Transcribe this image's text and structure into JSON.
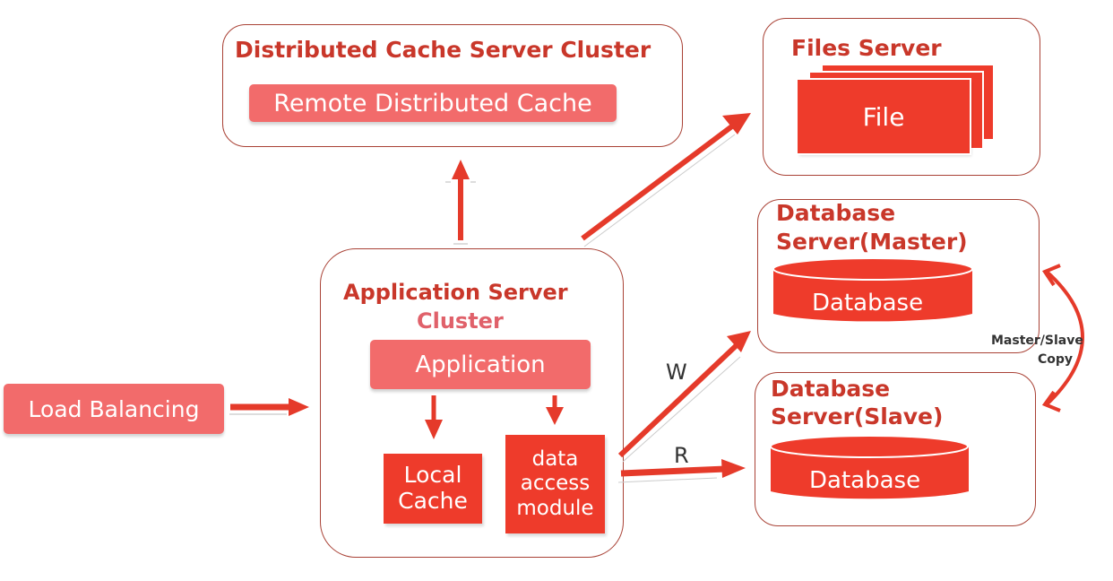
{
  "colors": {
    "panel_border": "#a94236",
    "title_red": "#c9372a",
    "pink_box": "#f26b6b",
    "red_box": "#ee3b2b",
    "arrow": "#e53a2a",
    "dark_text": "#333333"
  },
  "load_balancing": {
    "label": "Load Balancing"
  },
  "cache_cluster": {
    "title": "Distributed Cache Server Cluster",
    "remote_cache": "Remote Distributed Cache"
  },
  "files_server": {
    "title": "Files Server",
    "file": "File"
  },
  "app_cluster": {
    "title_line1": "Application Server",
    "title_line2": "Cluster",
    "application": "Application",
    "local_cache_line1": "Local",
    "local_cache_line2": "Cache",
    "dam_line1": "data",
    "dam_line2": "access",
    "dam_line3": "module"
  },
  "db_master": {
    "title_line1": "Database",
    "title_line2": "Server(Master)",
    "db_label": "Database"
  },
  "db_slave": {
    "title_line1": "Database",
    "title_line2": "Server(Slave)",
    "db_label": "Database"
  },
  "edges": {
    "write_label": "W",
    "read_label": "R",
    "replication_line1": "Master/Slave",
    "replication_line2": "Copy"
  }
}
